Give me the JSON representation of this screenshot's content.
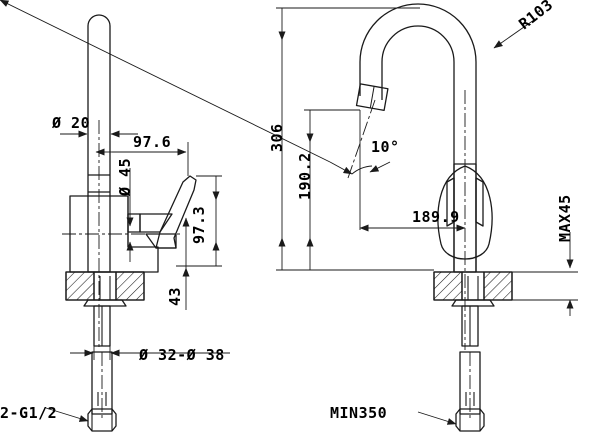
{
  "drawing": {
    "title": "Kitchen faucet engineering drawing",
    "background_color": "#ffffff",
    "line_color": "#1a1a1a",
    "views": [
      {
        "name": "side-profile-view",
        "position": "left"
      },
      {
        "name": "front-elevation-view",
        "position": "right"
      }
    ]
  },
  "dimensions": {
    "left_view": {
      "spout_tube_diameter": "Ø 20",
      "spout_reach": "97.6",
      "body_diameter": "Ø 45",
      "handle_height": "97.3",
      "deck_to_handle_pivot": "43",
      "mounting_hole": "Ø 32-Ø 38",
      "supply_connection": "2-G1/2"
    },
    "right_view": {
      "overall_height": "306",
      "spout_height": "190.2",
      "spout_radius": "R103",
      "aerator_angle": "10°",
      "spout_projection": "189.9",
      "max_deck_thickness": "MAX45",
      "min_supply_length": "MIN350"
    }
  }
}
